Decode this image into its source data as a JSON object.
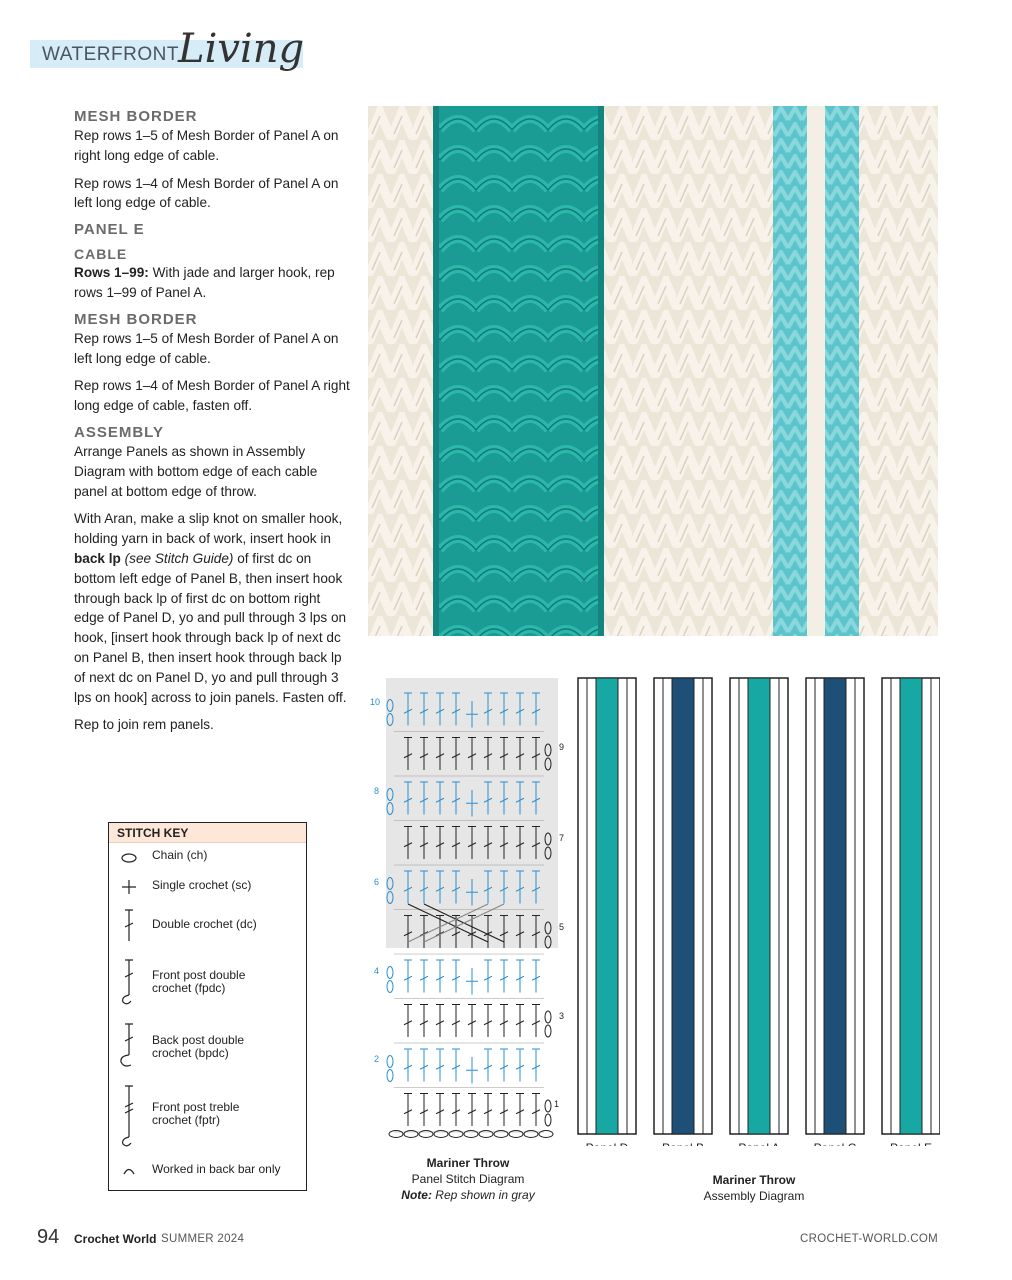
{
  "header": {
    "section": "WATERFRONT",
    "script": "Living"
  },
  "pattern": {
    "mesh_border_1": {
      "heading": "MESH BORDER",
      "p1": "Rep rows 1–5 of Mesh Border of Panel A on right long edge of cable.",
      "p2": "Rep rows 1–4 of Mesh Border of Panel A on left long edge of cable."
    },
    "panel_e": {
      "heading": "PANEL E",
      "cable_heading": "CABLE",
      "rows_label": "Rows 1–99:",
      "rows_text": " With jade and larger hook, rep rows 1–99 of Panel A."
    },
    "mesh_border_2": {
      "heading": "MESH BORDER",
      "p1": "Rep rows 1–5 of Mesh Border of Panel A on left long edge of cable.",
      "p2": "Rep rows 1–4 of Mesh Border of Panel A right long edge of cable, fasten off."
    },
    "assembly": {
      "heading": "ASSEMBLY",
      "p1": "Arrange Panels as shown in Assembly Diagram with bottom edge of each cable panel at bottom edge of throw.",
      "p2a": "With Aran, make a slip knot on smaller hook, holding yarn in back of work, insert hook in ",
      "p2b": "back lp",
      "p2c": "(see Stitch Guide)",
      "p2d": " of first dc on bottom left edge of Panel B, then insert hook through back lp of first dc on bottom right edge of Panel D, yo and pull through 3 lps on hook, [insert hook through back lp of next dc on Panel B, then insert hook through back lp of next dc on Panel D, yo and pull through 3 lps on hook] across to join panels. Fasten off.",
      "p3": "Rep to join rem panels."
    }
  },
  "stitch_key": {
    "title": "STITCH KEY",
    "items": [
      {
        "icon": "chain-icon",
        "label1": "Chain (ch)",
        "label2": ""
      },
      {
        "icon": "single-crochet-icon",
        "label1": "Single crochet (sc)",
        "label2": ""
      },
      {
        "icon": "double-crochet-icon",
        "label1": "Double crochet (dc)",
        "label2": ""
      },
      {
        "icon": "front-post-double-crochet-icon",
        "label1": "Front post double",
        "label2": "crochet (fpdc)"
      },
      {
        "icon": "back-post-double-crochet-icon",
        "label1": "Back post double",
        "label2": "crochet (bpdc)"
      },
      {
        "icon": "front-post-treble-crochet-icon",
        "label1": "Front post treble",
        "label2": "crochet (fptr)"
      },
      {
        "icon": "back-bar-icon",
        "label1": "Worked in back bar only",
        "label2": ""
      }
    ]
  },
  "stitch_diagram": {
    "row_numbers_left": [
      "10",
      "8",
      "6",
      "4",
      "2"
    ],
    "row_numbers_right": [
      "9",
      "7",
      "5",
      "3",
      "1"
    ],
    "caption_title": "Mariner Throw",
    "caption_sub": "Panel Stitch Diagram",
    "caption_note_label": "Note:",
    "caption_note": " Rep shown in gray"
  },
  "assembly_diagram": {
    "panels": [
      {
        "label": "Panel D",
        "stripe": "#17a8a4"
      },
      {
        "label": "Panel B",
        "stripe": "#1e4f77"
      },
      {
        "label": "Panel A",
        "stripe": "#17a8a4"
      },
      {
        "label": "Panel C",
        "stripe": "#1e4f77"
      },
      {
        "label": "Panel E",
        "stripe": "#17a8a4"
      }
    ],
    "caption_title": "Mariner Throw",
    "caption_sub": "Assembly Diagram"
  },
  "colors": {
    "jade": "#17a8a4",
    "navy": "#1e4f77",
    "aqua": "#5cc7cf",
    "aran": "#f4efe4",
    "key_header": "#fde7d8"
  },
  "footer": {
    "page_number": "94",
    "magazine": "Crochet World",
    "issue": "SUMMER 2024",
    "url": "CROCHET-WORLD.COM"
  }
}
